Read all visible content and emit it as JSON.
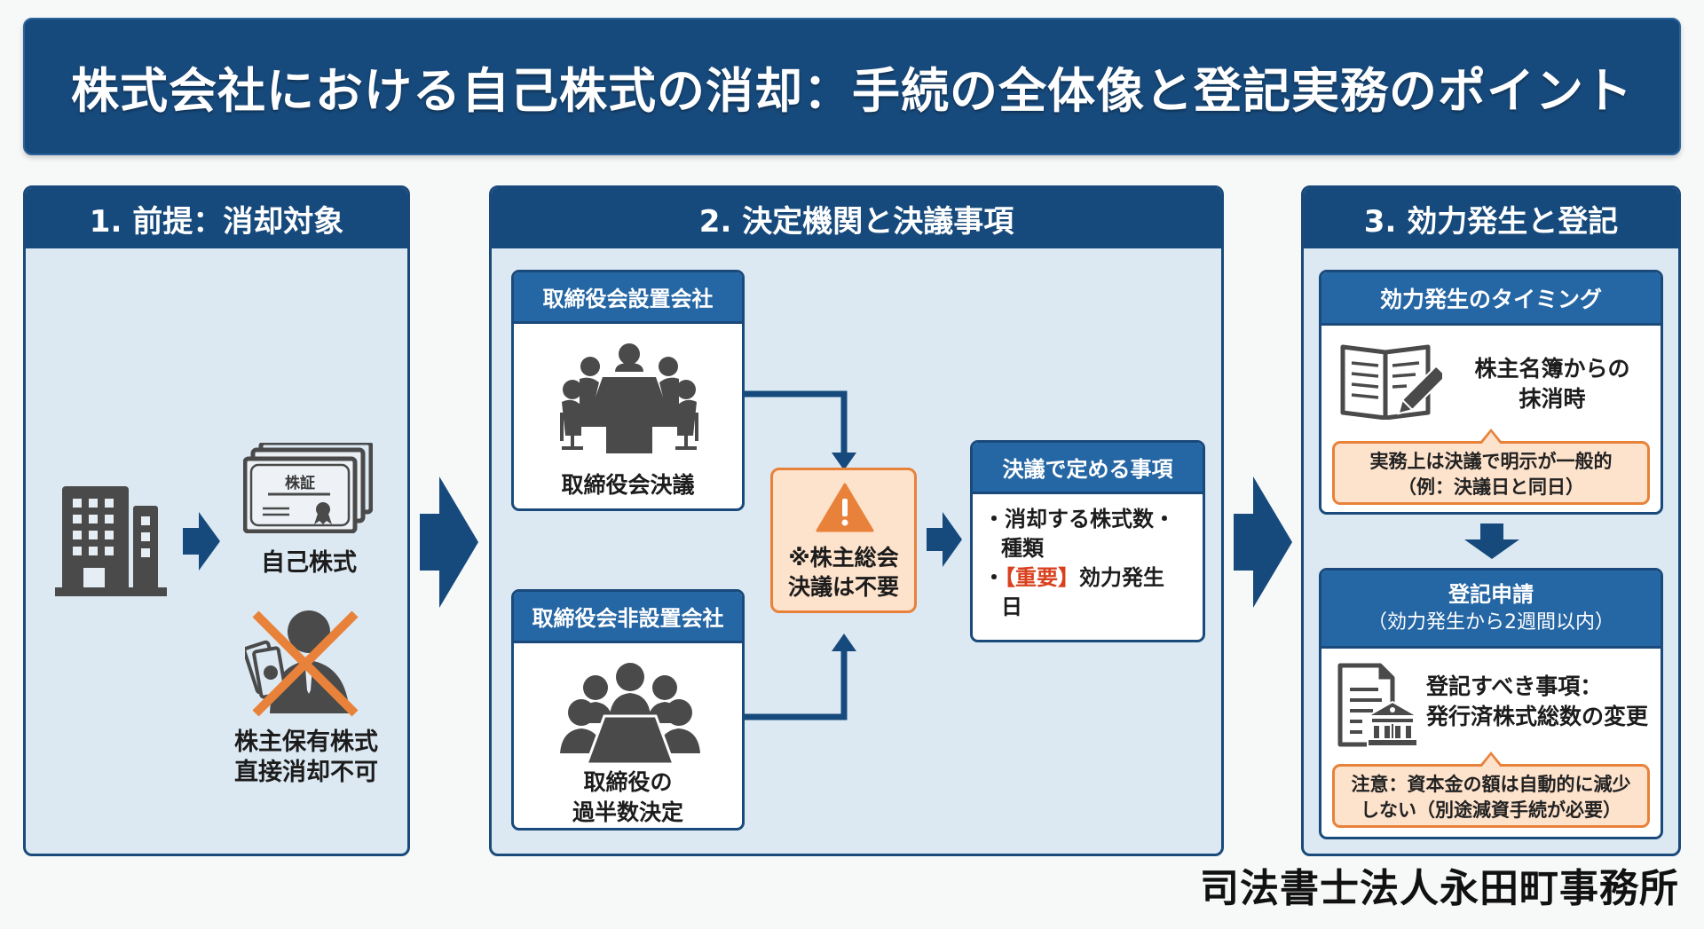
{
  "title": "株式会社における自己株式の消却：手続の全体像と登記実務のポイント",
  "panels": {
    "p1": {
      "heading": "1. 前提：消却対象",
      "company_icon": "building-icon",
      "certificate_label": "株証",
      "own_shares_label": "自己株式",
      "prohibited_label_line1": "株主保有株式",
      "prohibited_label_line2": "直接消却不可"
    },
    "p2": {
      "heading": "2. 決定機関と決議事項",
      "board_company": {
        "header": "取締役会設置会社",
        "label": "取締役会決議"
      },
      "no_board_company": {
        "header": "取締役会非設置会社",
        "label_line1": "取締役の",
        "label_line2": "過半数決定"
      },
      "warning": {
        "line1": "※株主総会",
        "line2": "決議は不要"
      },
      "resolution_items": {
        "header": "決議で定める事項",
        "item1_line1": "・消却する株式数・",
        "item1_line2": "種類",
        "item2_prefix": "・",
        "item2_tag": "【重要】",
        "item2_text": "効力発生",
        "item2_line2": "日"
      }
    },
    "p3": {
      "heading": "3. 効力発生と登記",
      "timing": {
        "header": "効力発生のタイミング",
        "text_line1": "株主名簿からの",
        "text_line2": "抹消時",
        "note_line1": "実務上は決議で明示が一般的",
        "note_line2": "（例：決議日と同日）"
      },
      "registration": {
        "header_line1": "登記申請",
        "header_line2": "（効力発生から2週間以内）",
        "text_line1": "登記すべき事項：",
        "text_line2": "発行済株式総数の変更",
        "note_line1": "注意：資本金の額は自動的に減少",
        "note_line2": "しない（別途減資手続が必要）"
      }
    }
  },
  "footer": "司法書士法人永田町事務所",
  "colors": {
    "navy": "#174a7c",
    "header_blue": "#2566a4",
    "panel_bg": "#dce9f3",
    "orange": "#e8823a",
    "note_bg": "#fde2cc",
    "icon_gray": "#4a4a4a",
    "important_red": "#d9411e"
  }
}
